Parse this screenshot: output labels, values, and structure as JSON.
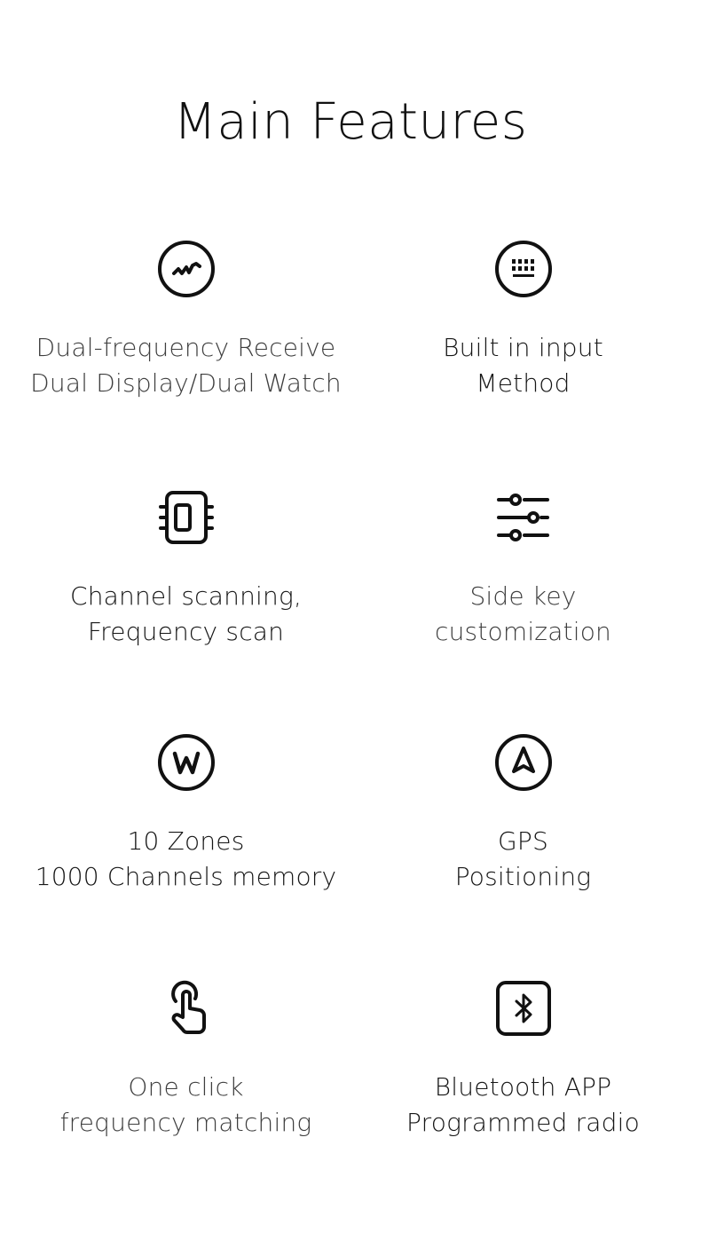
{
  "page": {
    "title": "Main Features"
  },
  "features": [
    {
      "icon": "waveform-circle-icon",
      "lines": [
        "Dual-frequency Receive",
        "Dual Display/Dual Watch"
      ],
      "tone": "gray"
    },
    {
      "icon": "keyboard-circle-icon",
      "lines": [
        "Built in input",
        "Method"
      ],
      "tone": "dark"
    },
    {
      "icon": "chip-icon",
      "lines": [
        "Channel scanning,",
        "Frequency scan"
      ],
      "tone": "dark"
    },
    {
      "icon": "sliders-icon",
      "lines": [
        "Side key",
        "customization"
      ],
      "tone": "gray"
    },
    {
      "icon": "w-circle-icon",
      "lines": [
        "10 Zones",
        "1000 Channels memory"
      ],
      "tone": "dark"
    },
    {
      "icon": "navigation-arrow-circle-icon",
      "lines": [
        "GPS",
        "Positioning"
      ],
      "tone": "dark"
    },
    {
      "icon": "tap-hand-icon",
      "lines": [
        "One click",
        "frequency matching"
      ],
      "tone": "gray"
    },
    {
      "icon": "bluetooth-square-icon",
      "lines": [
        "Bluetooth APP",
        "Programmed radio"
      ],
      "tone": "dark"
    }
  ],
  "colors": {
    "background": "#ffffff",
    "icon_stroke": "#111111",
    "text_dark": "#161616",
    "text_gray": "#3e3e3e"
  }
}
